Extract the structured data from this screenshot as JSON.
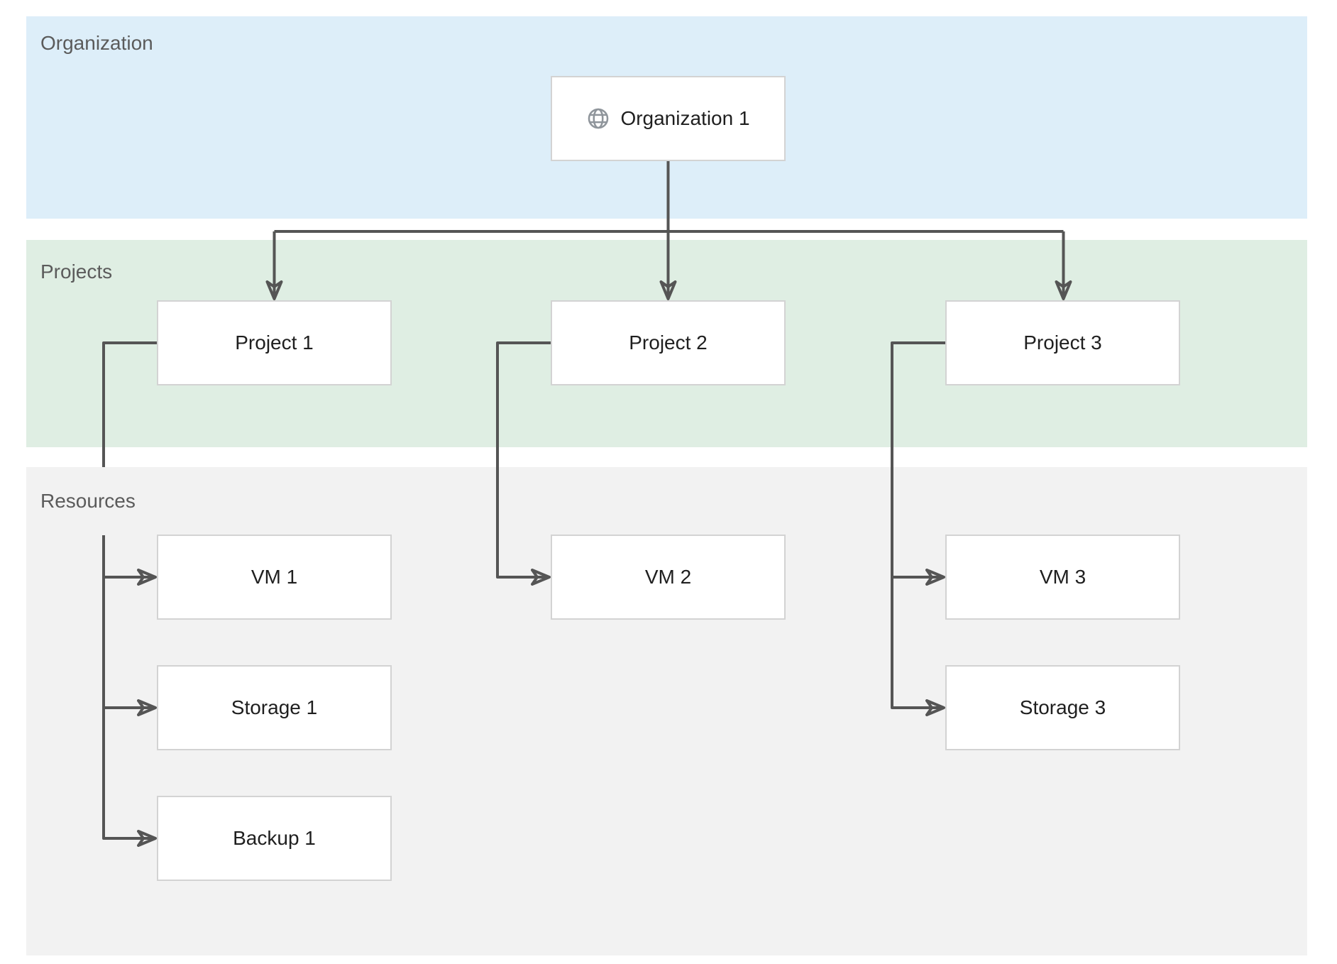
{
  "bands": {
    "organization": {
      "label": "Organization",
      "background": "#ddeef9"
    },
    "projects": {
      "label": "Projects",
      "background": "#dfeee3"
    },
    "resources": {
      "label": "Resources",
      "background": "#f2f2f2"
    }
  },
  "nodes": {
    "organization1": {
      "label": "Organization 1",
      "icon": "globe-icon"
    },
    "project1": {
      "label": "Project 1"
    },
    "project2": {
      "label": "Project 2"
    },
    "project3": {
      "label": "Project 3"
    },
    "vm1": {
      "label": "VM 1"
    },
    "vm2": {
      "label": "VM 2"
    },
    "vm3": {
      "label": "VM 3"
    },
    "storage1": {
      "label": "Storage 1"
    },
    "storage3": {
      "label": "Storage 3"
    },
    "backup1": {
      "label": "Backup 1"
    }
  },
  "edges": [
    {
      "from": "organization1",
      "to": "project1"
    },
    {
      "from": "organization1",
      "to": "project2"
    },
    {
      "from": "organization1",
      "to": "project3"
    },
    {
      "from": "project1",
      "to": "vm1"
    },
    {
      "from": "project1",
      "to": "storage1"
    },
    {
      "from": "project1",
      "to": "backup1"
    },
    {
      "from": "project2",
      "to": "vm2"
    },
    {
      "from": "project3",
      "to": "vm3"
    },
    {
      "from": "project3",
      "to": "storage3"
    }
  ],
  "colors": {
    "organization_band": "#ddeef9",
    "projects_band": "#dfeee3",
    "resources_band": "#f2f2f2",
    "band_label_text": "#5b5b5b",
    "node_background": "#ffffff",
    "node_border": "#d3d3d3",
    "node_text": "#1f1f1f",
    "connector": "#555555",
    "globe_icon": "#8f959b",
    "page_background": "#ffffff"
  }
}
